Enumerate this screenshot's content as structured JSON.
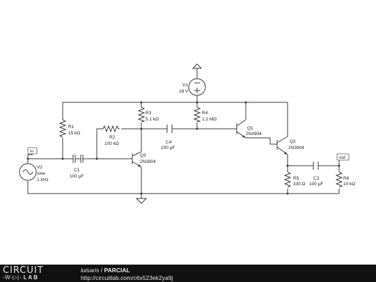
{
  "components": {
    "v1": {
      "name": "V1",
      "value": "18 V"
    },
    "v2": {
      "name": "V2",
      "value": "sine",
      "freq": "1 kHz"
    },
    "r1": {
      "name": "R1",
      "value": "15 kΩ"
    },
    "r2": {
      "name": "R2",
      "value": "100 kΩ"
    },
    "r3": {
      "name": "R3",
      "value": "5.1 kΩ"
    },
    "r4": {
      "name": "R4",
      "value": "1.2 MΩ"
    },
    "r5": {
      "name": "R5",
      "value": "330 Ω"
    },
    "r6": {
      "name": "R6",
      "value": "10 kΩ"
    },
    "c1": {
      "name": "C1",
      "value": "100 µF"
    },
    "c3": {
      "name": "C3",
      "value": "100 µF"
    },
    "c4": {
      "name": "C4",
      "value": "100 µF"
    },
    "q1": {
      "name": "Q1",
      "model": "2N3904"
    },
    "q2": {
      "name": "Q2",
      "model": "2N3904"
    },
    "q3": {
      "name": "Q3",
      "model": "2N3904"
    }
  },
  "ports": {
    "in": "in",
    "out": "out"
  },
  "footer": {
    "logo_top": "CIRCUIT",
    "logo_bottom": "LAB",
    "author": "luisaris",
    "separator": " / ",
    "project": "PARCIAL",
    "url": "http://circuitlab.com/c6x523ek2ya9j"
  },
  "colors": {
    "wire": "#3a3a3a",
    "footer_bg": "#111111",
    "port_border": "#555555"
  }
}
